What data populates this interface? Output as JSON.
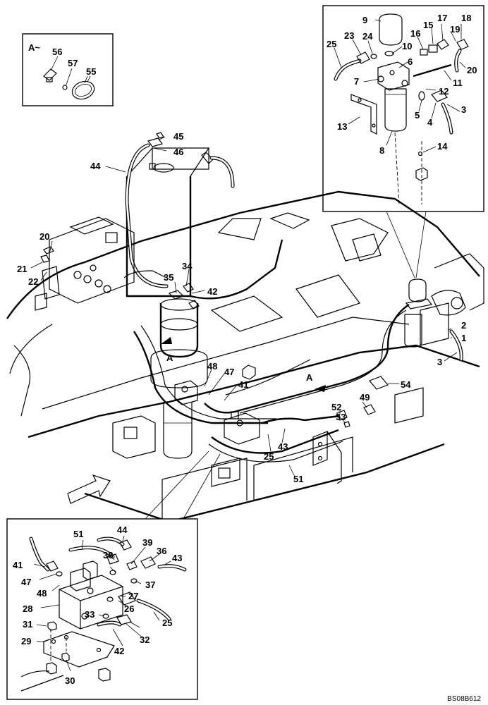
{
  "drawing_code": "BS08B612",
  "view_label": "A~",
  "marker_label": "A",
  "labels": {
    "l1": "1",
    "l2": "2",
    "l3": "3",
    "l4": "4",
    "l5": "5",
    "l6": "6",
    "l7": "7",
    "l8": "8",
    "l9": "9",
    "l10": "10",
    "l11": "11",
    "l12": "12",
    "l13": "13",
    "l14": "14",
    "l15": "15",
    "l16": "16",
    "l17": "17",
    "l18": "18",
    "l19": "19",
    "l20": "20",
    "l21": "21",
    "l22": "22",
    "l23": "23",
    "l24": "24",
    "l25": "25",
    "l26": "26",
    "l27": "27",
    "l28": "28",
    "l29": "29",
    "l30": "30",
    "l31": "31",
    "l32": "32",
    "l33": "33",
    "l34": "34",
    "l35": "35",
    "l36": "36",
    "l37": "37",
    "l38": "38",
    "l39": "39",
    "l41": "41",
    "l42": "42",
    "l43": "43",
    "l44": "44",
    "l45": "45",
    "l46": "46",
    "l47": "47",
    "l48": "48",
    "l49": "49",
    "l51": "51",
    "l52": "52",
    "l53": "53",
    "l54": "54",
    "l55": "55",
    "l56": "56",
    "l57": "57"
  }
}
